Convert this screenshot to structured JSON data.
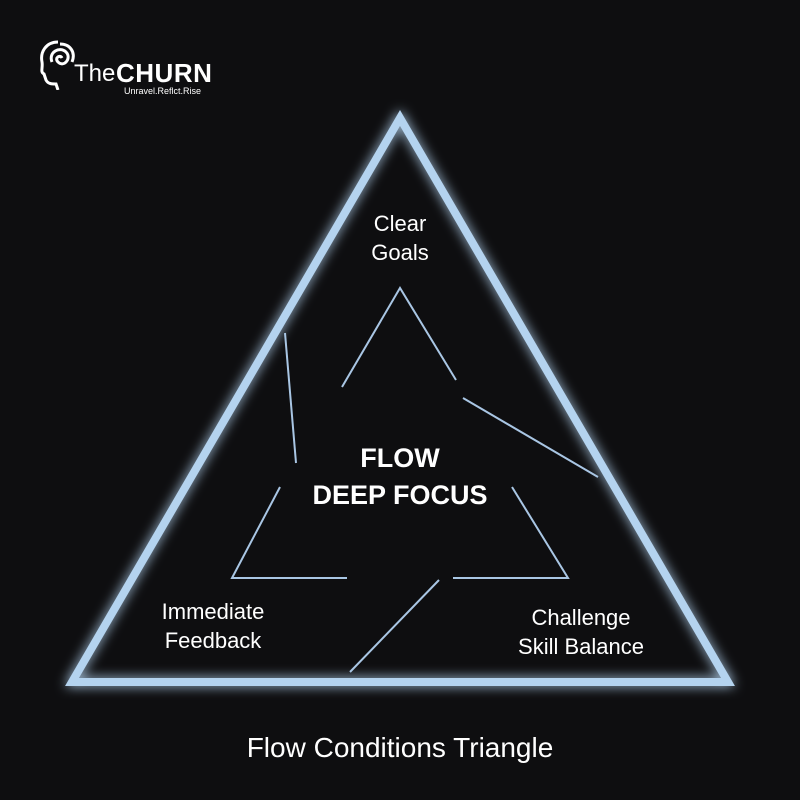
{
  "logo": {
    "brand_prefix": "The",
    "brand_name": "CHURN",
    "tagline": "Unravel.Reflct.Rise"
  },
  "diagram": {
    "vertices": {
      "top": [
        "Clear",
        "Goals"
      ],
      "left": [
        "Immediate",
        "Feedback"
      ],
      "right": [
        "Challenge",
        "Skill Balance"
      ]
    },
    "center": [
      "FLOW",
      "DEEP FOCUS"
    ],
    "title": "Flow Conditions Triangle"
  },
  "colors": {
    "background": "#0e0e10",
    "outline": "#b4d3ef",
    "lines": "#a9c6e4"
  }
}
